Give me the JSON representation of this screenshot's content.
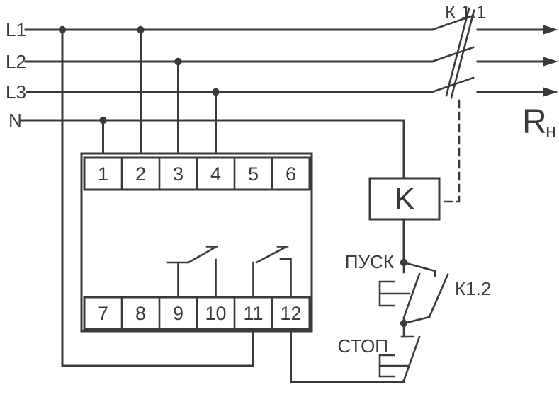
{
  "diagram": {
    "phases": {
      "l1": "L1",
      "l2": "L2",
      "l3": "L3",
      "n": "N"
    },
    "top_terminals": [
      "1",
      "2",
      "3",
      "4",
      "5",
      "6"
    ],
    "bottom_terminals": [
      "7",
      "8",
      "9",
      "10",
      "11",
      "12"
    ],
    "contactor": {
      "coil": "K",
      "main_contacts": "К 1.1",
      "aux_contact": "К1.2"
    },
    "buttons": {
      "start": "ПУСК",
      "stop": "СТОП"
    },
    "load": {
      "symbol": "R",
      "subscript": "н"
    },
    "colors": {
      "line": "#3a3a3a",
      "background": "#ffffff"
    }
  }
}
